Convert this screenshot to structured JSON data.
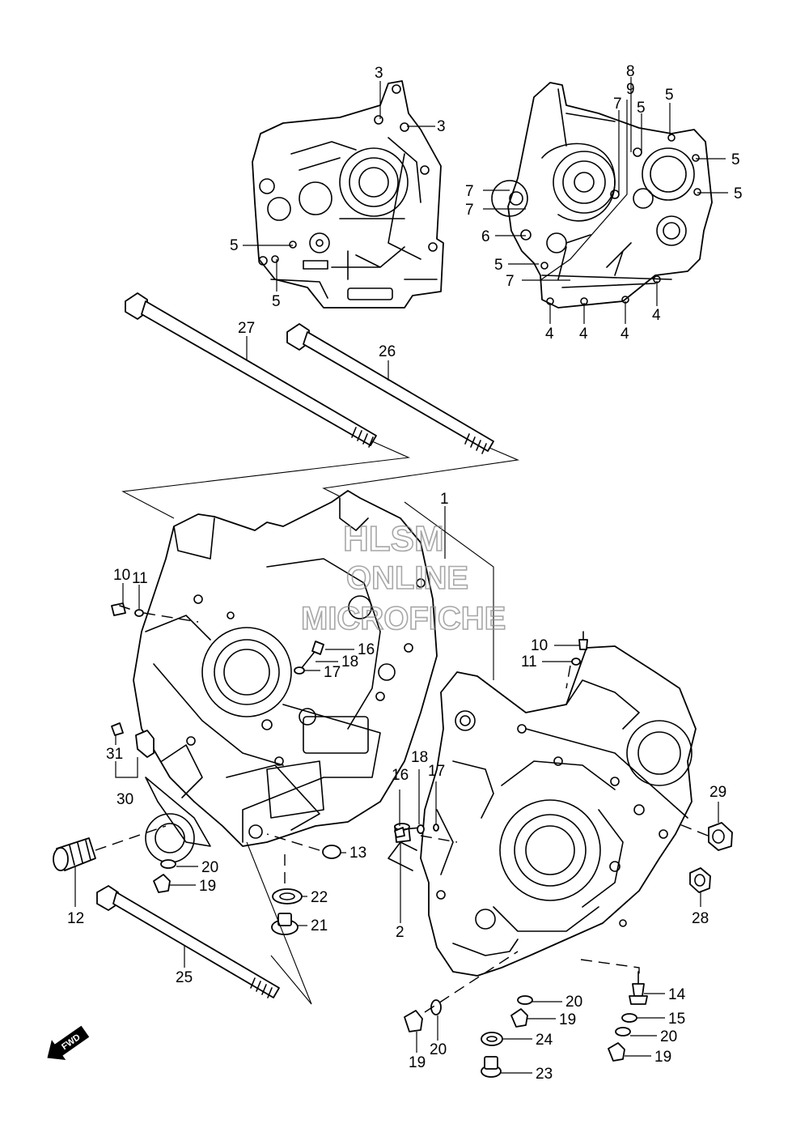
{
  "watermark": {
    "line1": "HLSM",
    "line2": "ONLINE",
    "line3": "MICROFICHE"
  },
  "direction_badge": "FWD",
  "callouts": {
    "c1": "1",
    "c2": "2",
    "c3a": "3",
    "c3b": "3",
    "c4a": "4",
    "c4b": "4",
    "c4c": "4",
    "c4d": "4",
    "c5a": "5",
    "c5b": "5",
    "c5c": "5",
    "c5d": "5",
    "c5e": "5",
    "c5f": "5",
    "c5g": "5",
    "c6": "6",
    "c7a": "7",
    "c7b": "7",
    "c7c": "7",
    "c7d": "7",
    "c8": "8",
    "c9": "9",
    "c10a": "10",
    "c10b": "10",
    "c11a": "11",
    "c11b": "11",
    "c12": "12",
    "c13": "13",
    "c14": "14",
    "c15": "15",
    "c16a": "16",
    "c16b": "16",
    "c17a": "17",
    "c17b": "17",
    "c18a": "18",
    "c18b": "18",
    "c19a": "19",
    "c19b": "19",
    "c19c": "19",
    "c19d": "19",
    "c20a": "20",
    "c20b": "20",
    "c20c": "20",
    "c20d": "20",
    "c21": "21",
    "c22": "22",
    "c23": "23",
    "c24": "24",
    "c25": "25",
    "c26": "26",
    "c27": "27",
    "c28": "28",
    "c29": "29",
    "c30": "30",
    "c31": "31"
  }
}
